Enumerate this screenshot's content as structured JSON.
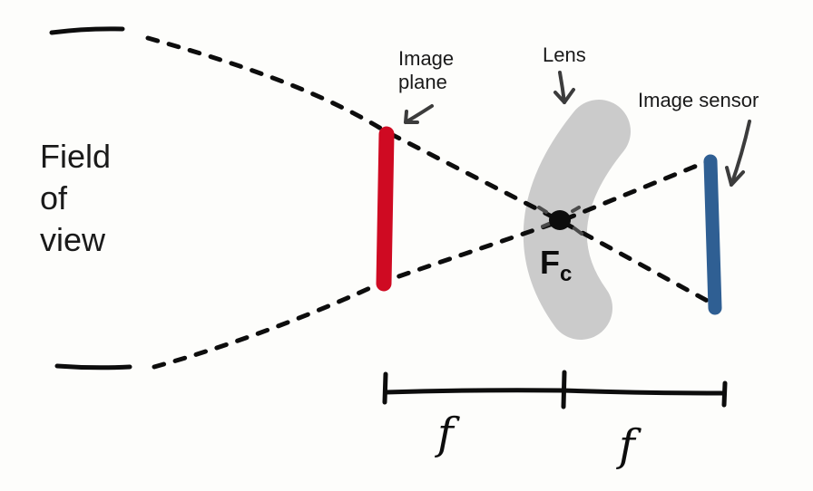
{
  "labels": {
    "image_plane_line1": "Image",
    "image_plane_line2": "plane",
    "lens": "Lens",
    "image_sensor": "Image sensor",
    "field_of_view_line1": "Field",
    "field_of_view_line2": "of",
    "field_of_view_line3": "view",
    "optical_center": "F",
    "optical_center_subscript": "c",
    "focal_length_1": "f",
    "focal_length_2": "f"
  },
  "colors": {
    "background": "#fdfdfb",
    "ink": "#0d0d0d",
    "arrow": "#3c3c3c",
    "image_plane": "#cf0a22",
    "lens": "#cbcbcb",
    "image_sensor": "#2f5f93"
  }
}
